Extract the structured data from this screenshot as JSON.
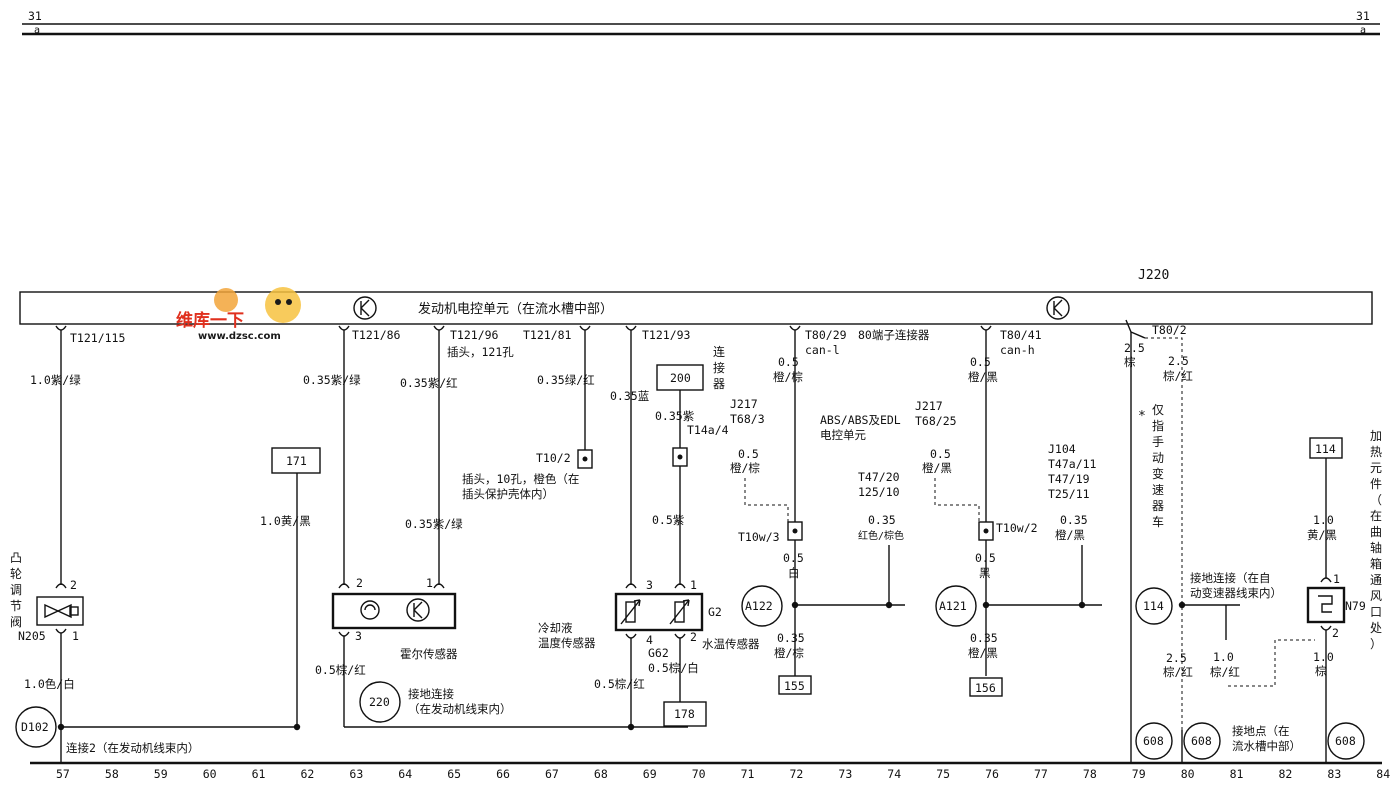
{
  "page": {
    "page_number_left": "31",
    "page_number_right": "31",
    "sub_left": "a",
    "sub_right": "a"
  },
  "ecu": {
    "id": "J220",
    "title": "发动机电控单元（在流水槽中部）"
  },
  "watermark": {
    "line1": "维库一下",
    "line2": "www.dzsc.com"
  },
  "pins": {
    "p57": "T121/115",
    "p63": "T121/86",
    "p65": "T121/96",
    "p65_note": "插头，121孔",
    "p68": "T121/81",
    "p69": "T121/93",
    "p72": "T80/29",
    "p72_can": "can-l",
    "p72_conn": "80端子连接器",
    "p76": "T80/41",
    "p76_can": "can-h",
    "p79": "T80/2"
  },
  "wires": {
    "w57a": "1.0紫/绿",
    "w57b": "1.0色/白",
    "w62": "1.0黄/黑",
    "w63a": "0.35紫/绿",
    "w63b": "0.5棕/红",
    "w65a": "0.35紫/红",
    "w65b": "0.35紫/绿",
    "w68": "0.35绿/红",
    "w69": "0.35蓝",
    "w69b": "0.5棕/红",
    "w70a": "0.35紫",
    "w70b": "0.5紫",
    "w70c": "0.5棕/白",
    "w72a_g": "0.5",
    "w72a_c": "橙/棕",
    "w72b_g": "0.5",
    "w72b_c": "白",
    "w72c_g": "0.35",
    "w72c_c": "橙/棕",
    "w72d_g": "0.5",
    "w72d_c": "橙/棕",
    "w74_g": "0.35",
    "w74_c": "红色/棕色",
    "w76a_g": "0.5",
    "w76a_c": "橙/黑",
    "w76b_g": "0.5",
    "w76b_c": "黑",
    "w76c_g": "0.35",
    "w76c_c": "橙/黑",
    "w76d_g": "0.5",
    "w76d_c": "橙/黑",
    "w78_g": "0.35",
    "w78_c": "橙/黑",
    "w79_g": "2.5",
    "w79_c": "棕",
    "w80a_g": "2.5",
    "w80a_c": "棕/红",
    "w80b_g": "2.5",
    "w80b_c": "棕/红",
    "w81_g": "1.0",
    "w81_c": "棕/红",
    "w83a_g": "1.0",
    "w83a_c": "黄/黑",
    "w83b_g": "1.0",
    "w83b_c": "棕"
  },
  "connectors": {
    "c_t10_2": "T10/2",
    "c_t10_note1": "插头，10孔，橙色（在",
    "c_t10_note2": "插头保护壳体内）",
    "c_t14a": "T14a/4",
    "c_lianjieqi": "连接器",
    "c_t10w3": "T10w/3",
    "c_t10w2": "T10w/2",
    "c_j217a": "J217",
    "c_t68_3": "T68/3",
    "c_abs1": "ABS/ABS及EDL",
    "c_abs2": "电控单元",
    "c_j217b": "J217",
    "c_t68_25": "T68/25",
    "c_t47_20": "T47/20",
    "c_125_10": "125/10",
    "c_j104": "J104",
    "c_t47a_11": "T47a/11",
    "c_t47_19": "T47/19",
    "c_t25_11": "T25/11"
  },
  "components": {
    "n205_name": "N205",
    "n205_desc": "凸轮调节阀",
    "hall_desc": "霍尔传感器",
    "g62_name": "G62",
    "g2_name": "G2",
    "g62_desc1": "冷却液",
    "g62_desc2": "温度传感器",
    "g2_desc": "水温传感器",
    "n79_name": "N79",
    "n79_desc": "加热元件（在曲轴箱通风口处）",
    "manual_note": "仅指手动变速器车",
    "star": "*"
  },
  "pin_numbers": {
    "n205_top": "2",
    "n205_bot": "1",
    "hall_left": "2",
    "hall_right": "1",
    "hall_bot": "3",
    "g62_top": "3",
    "g62_bot": "4",
    "g2_top": "1",
    "g2_bot": "2",
    "n79_top": "1",
    "n79_bot": "2"
  },
  "refs": {
    "r171": "171",
    "r200": "200",
    "r178": "178",
    "r155": "155",
    "r156": "156",
    "r114_box": "114",
    "d102": "D102",
    "a122": "A122",
    "a121": "A121",
    "g220": "220",
    "g114": "114",
    "g608a": "608",
    "g608b": "608",
    "g608c": "608"
  },
  "notes": {
    "connection2": "连接2（在发动机线束内）",
    "ground220_1": "接地连接",
    "ground220_2": "（在发动机线束内）",
    "ground114_1": "接地连接（在自",
    "ground114_2": "动变速器线束内）",
    "ground608_1": "接地点（在",
    "ground608_2": "流水槽中部）"
  },
  "columns": [
    "57",
    "58",
    "59",
    "60",
    "61",
    "62",
    "63",
    "64",
    "65",
    "66",
    "67",
    "68",
    "69",
    "70",
    "71",
    "72",
    "73",
    "74",
    "75",
    "76",
    "77",
    "78",
    "79",
    "80",
    "81",
    "82",
    "83",
    "84"
  ]
}
